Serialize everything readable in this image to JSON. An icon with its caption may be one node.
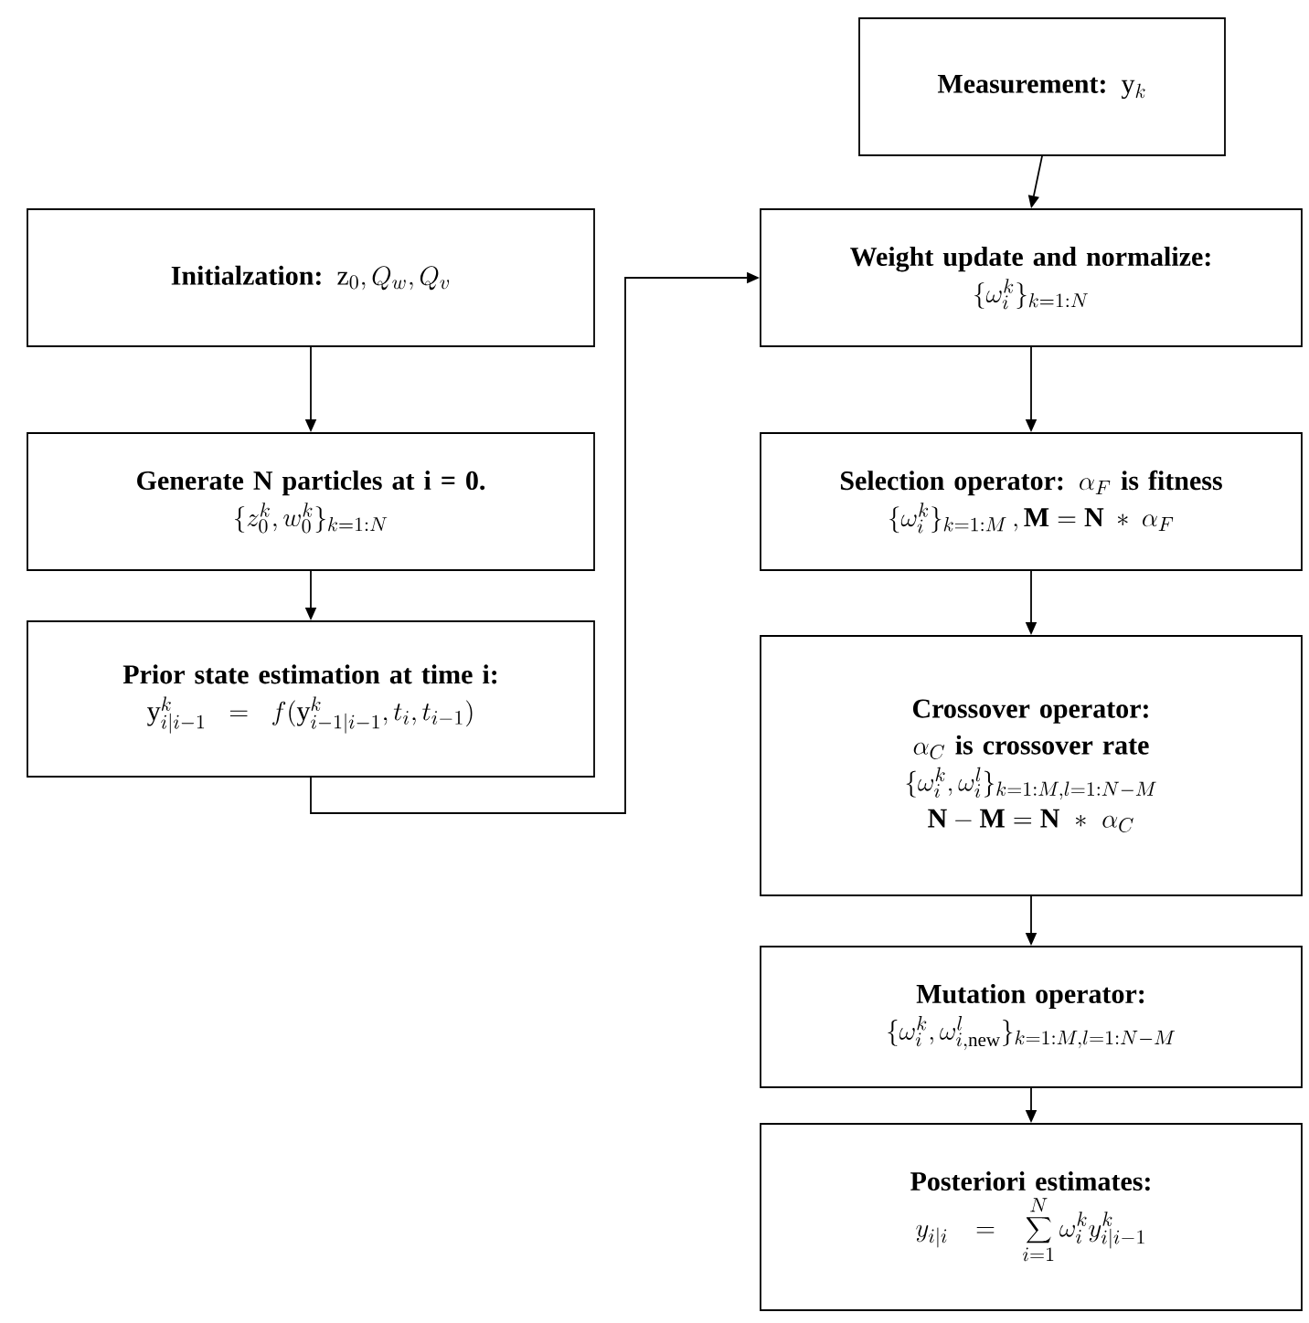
{
  "diagram": {
    "nodes": [
      {
        "text": [
          "Initialzation:",
          "\\mathrm{z}_0, Q_w, Q_v"
        ]
      },
      {
        "text": [
          "Generate N particles at i = 0.",
          "\\{z_0^k, w_0^k\\}_{k=1:N}"
        ]
      },
      {
        "text": [
          "Prior state estimation at time i:",
          "\\mathrm{y}^k_{i|i-1} = f(\\mathrm{y}^k_{i-1|i-1}, t_i, t_{i-1})"
        ]
      },
      {
        "text": [
          "Measurement:",
          "\\mathrm{y}_k"
        ]
      },
      {
        "text": [
          "Weight update and normalize:",
          "\\{\\omega_i^k\\}_{k=1:N}"
        ]
      },
      {
        "text": [
          "Selection operator:",
          "\\alpha_F",
          "is fitness",
          "\\{\\omega_i^k\\}_{k=1:M}\\,, \\mathbf{M = N} *\\alpha_F"
        ]
      },
      {
        "text": [
          "Crossover operator:",
          "\\alpha_C",
          "is crossover rate",
          "\\{\\omega_i^k, \\omega_i^l\\}_{k=1:M, l=1:N-M}",
          "\\mathbf{N - M = N} *\\alpha_C"
        ]
      },
      {
        "text": [
          "Mutation operator:",
          "\\{\\omega_i^k, \\omega_{i,\\mathrm{new}}^l\\}_{k=1:M, l=1:N-M}"
        ]
      },
      {
        "text": [
          "Posteriori estimates:",
          "y_{i|i} = \\sum_{i=1}^{N} \\omega_i^k y_{i|i-1}^k"
        ]
      }
    ],
    "edges": [
      {
        "from": 0,
        "to": 1,
        "arrow": "to"
      },
      {
        "from": 1,
        "to": 2,
        "arrow": "to"
      },
      {
        "from": 2,
        "to": 4,
        "arrow": "to"
      },
      {
        "from": 3,
        "to": 4,
        "arrow": "to"
      },
      {
        "from": 4,
        "to": 5,
        "arrow": "to"
      },
      {
        "from": 5,
        "to": 6,
        "arrow": "to"
      },
      {
        "from": 6,
        "to": 7,
        "arrow": "to"
      },
      {
        "from": 7,
        "to": 8,
        "arrow": "to"
      }
    ]
  }
}
